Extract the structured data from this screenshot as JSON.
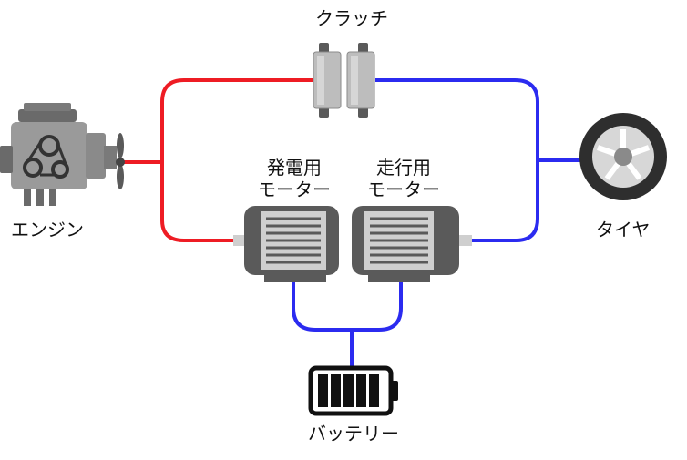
{
  "labels": {
    "clutch": "クラッチ",
    "engine": "エンジン",
    "tire": "タイヤ",
    "generator_motor_line1": "発電用",
    "generator_motor_line2": "モーター",
    "drive_motor_line1": "走行用",
    "drive_motor_line2": "モーター",
    "battery": "バッテリー"
  },
  "colors": {
    "engine_path": "#ee1c24",
    "electric_path": "#2b2bf0",
    "component_gray": "#5a5a5a",
    "component_light": "#cfcfcf"
  }
}
